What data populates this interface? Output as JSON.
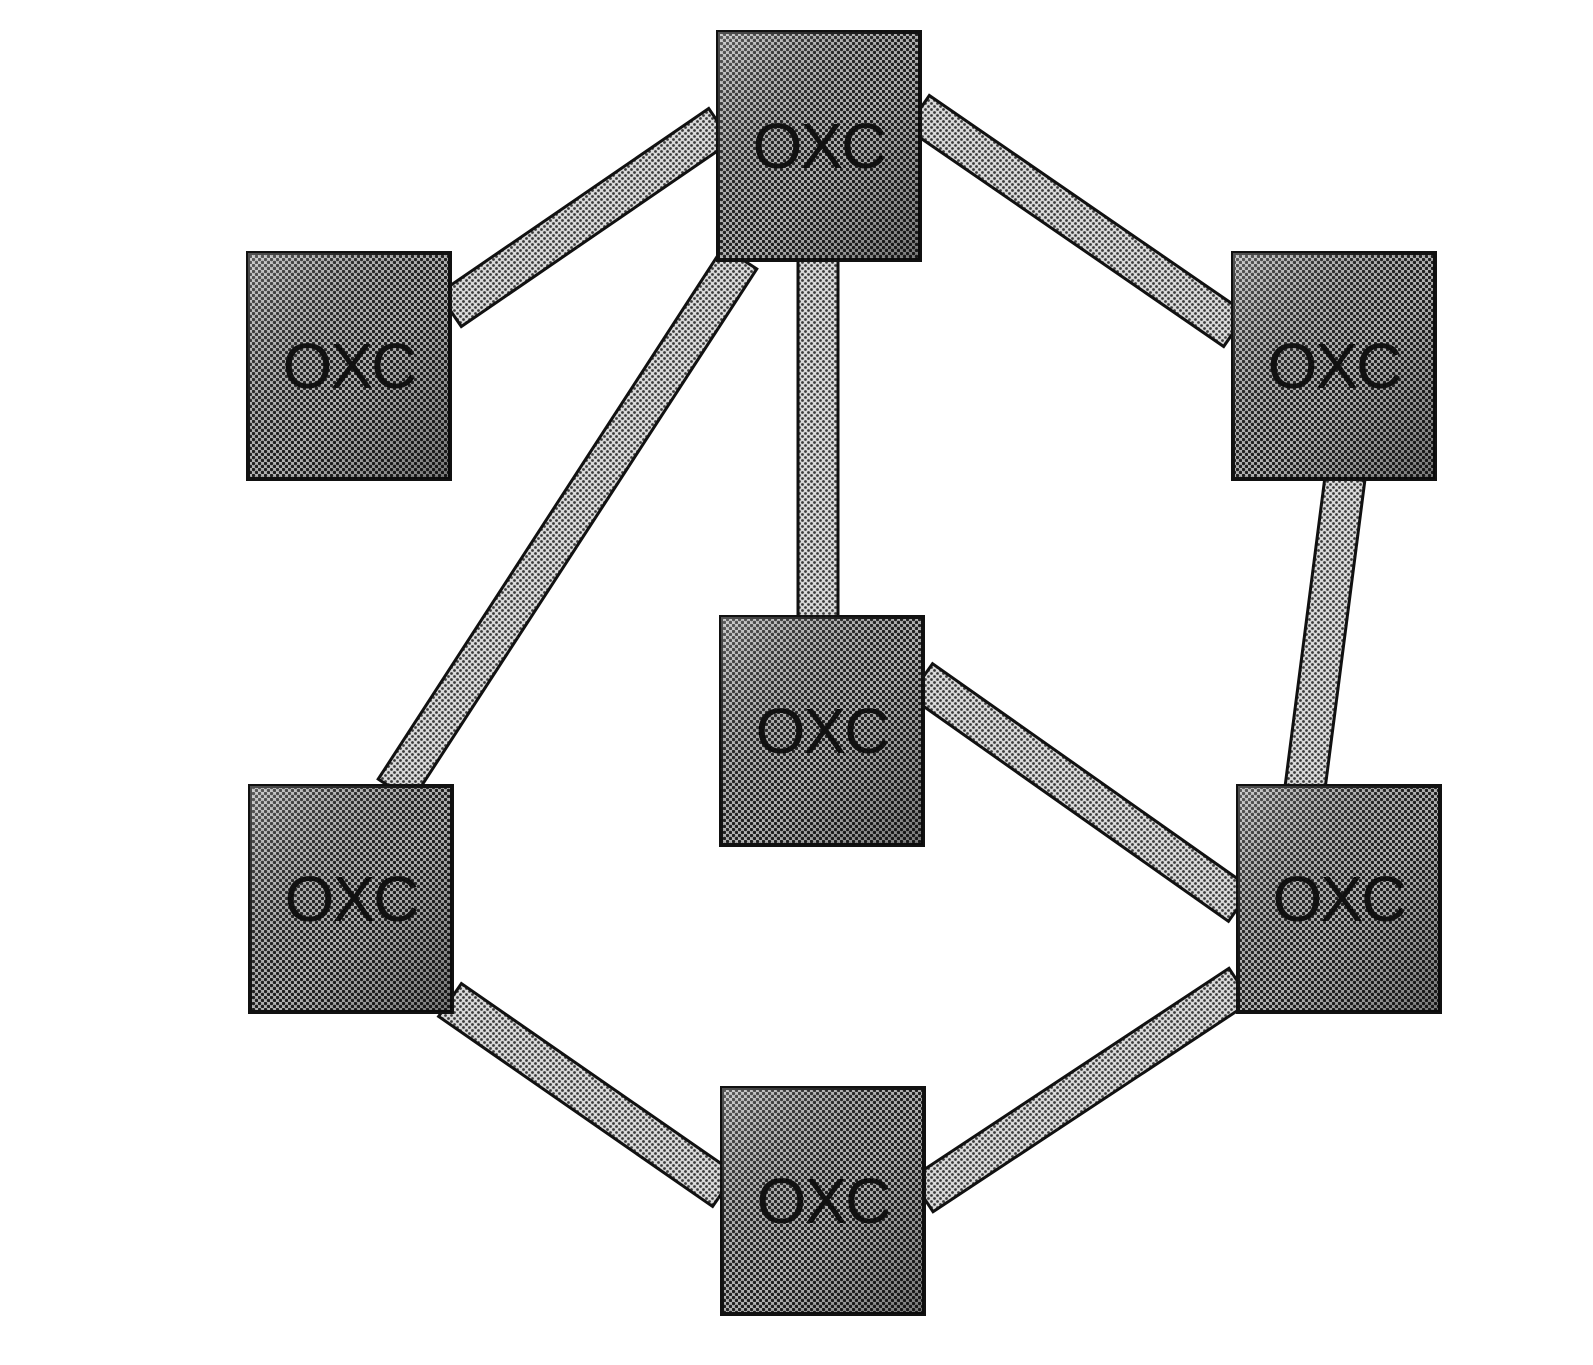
{
  "diagram": {
    "nodes": [
      {
        "id": "top",
        "label": "OXC"
      },
      {
        "id": "upper-left",
        "label": "OXC"
      },
      {
        "id": "upper-right",
        "label": "OXC"
      },
      {
        "id": "center",
        "label": "OXC"
      },
      {
        "id": "lower-left",
        "label": "OXC"
      },
      {
        "id": "lower-right",
        "label": "OXC"
      },
      {
        "id": "bottom",
        "label": "OXC"
      }
    ],
    "edges": [
      {
        "from": "top",
        "to": "upper-left"
      },
      {
        "from": "top",
        "to": "upper-right"
      },
      {
        "from": "top",
        "to": "center"
      },
      {
        "from": "top",
        "to": "lower-left"
      },
      {
        "from": "upper-right",
        "to": "lower-right"
      },
      {
        "from": "center",
        "to": "lower-right"
      },
      {
        "from": "lower-left",
        "to": "bottom"
      },
      {
        "from": "bottom",
        "to": "lower-right"
      }
    ],
    "colors": {
      "node_fill": "#8a8a8a",
      "edge_fill": "#bdbdbd",
      "outline": "#111111"
    }
  }
}
